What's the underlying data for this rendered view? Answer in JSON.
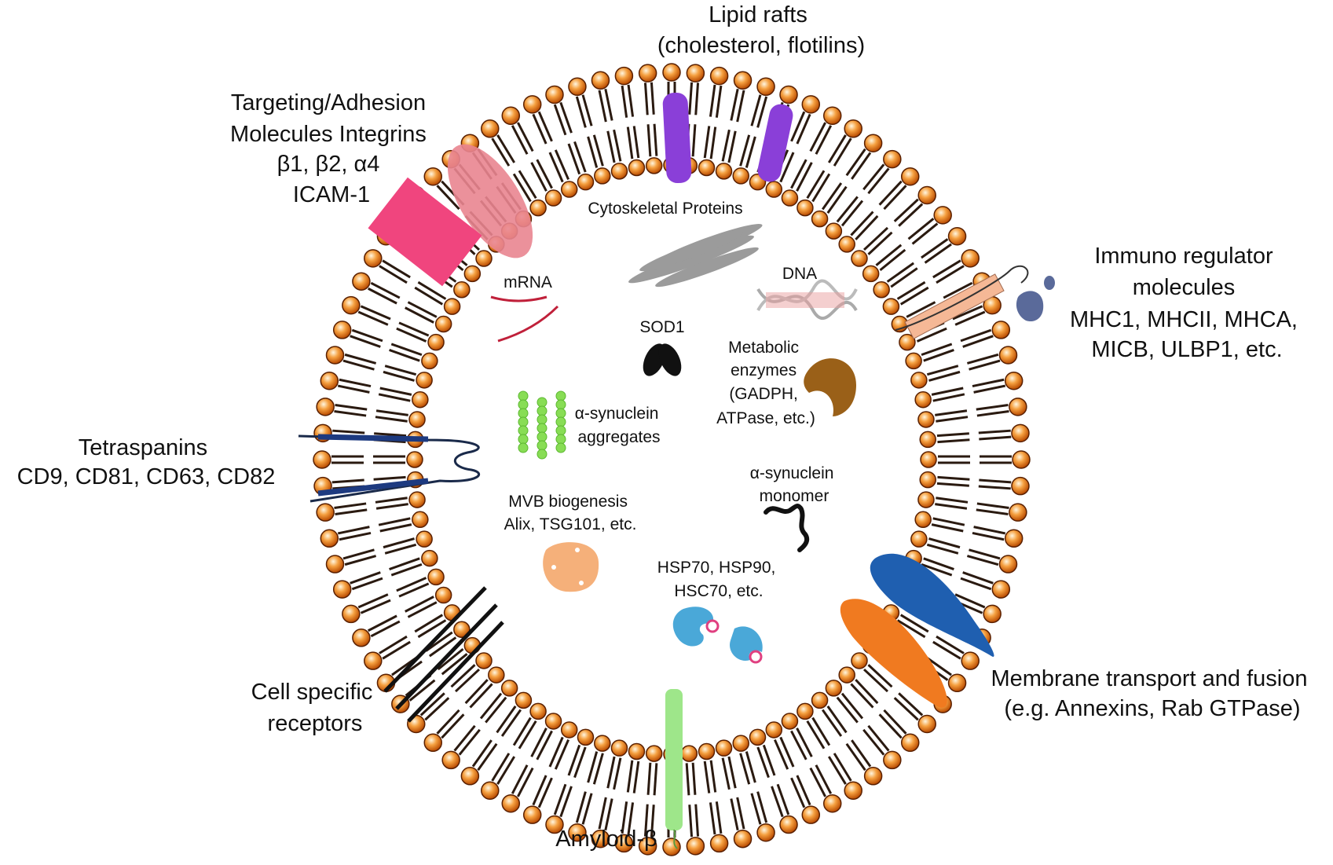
{
  "outer_labels": {
    "lipid_rafts": [
      "Lipid rafts",
      "(cholesterol, flotilins)"
    ],
    "targeting": [
      "Targeting/Adhesion",
      "Molecules Integrins",
      "β1, β2, α4",
      "ICAM-1"
    ],
    "immuno": [
      "Immuno regulator",
      "molecules",
      "MHC1, MHCII, MHCA,",
      "MICB, ULBP1, etc."
    ],
    "tetraspanins": [
      "Tetraspanins",
      "CD9, CD81, CD63, CD82"
    ],
    "cell_receptors": [
      "Cell specific",
      "receptors"
    ],
    "amyloid": [
      "Amyloid-β"
    ],
    "membrane_transport": [
      "Membrane transport and fusion",
      "(e.g. Annexins, Rab GTPase)"
    ]
  },
  "inner_labels": {
    "cytoskeletal": [
      "Cytoskeletal Proteins"
    ],
    "mrna": [
      "mRNA"
    ],
    "dna": [
      "DNA"
    ],
    "sod1": [
      "SOD1"
    ],
    "metabolic": [
      "Metabolic",
      "enzymes",
      "(GADPH,",
      "ATPase, etc.)"
    ],
    "syn_aggregates": [
      "α-synuclein",
      "aggregates"
    ],
    "syn_monomer": [
      "α-synuclein",
      "monomer"
    ],
    "mvb": [
      "MVB biogenesis",
      "Alix, TSG101, etc."
    ],
    "hsp": [
      "HSP70, HSP90,",
      "HSC70, etc."
    ]
  },
  "colors": {
    "lipid_head": "#f08a1e",
    "lipid_tail": "#2a1a10",
    "lipid_raft": "#8a3fd8",
    "targeting_pink": "#f0457e",
    "targeting_ellipse": "#e98590",
    "immuno": "#f5b896",
    "immuno_blob": "#5a6a9a",
    "amyloid": "#9ee68a",
    "annexin_blue": "#1f5fb0",
    "rab_orange": "#f07a20",
    "cytoskeleton": "#8a8a8a",
    "mrna": "#c0203a",
    "metabolic": "#9a6018",
    "synuclein": "#88dd55",
    "mvb": "#f5b07a",
    "hsp": "#4aa8d8"
  }
}
